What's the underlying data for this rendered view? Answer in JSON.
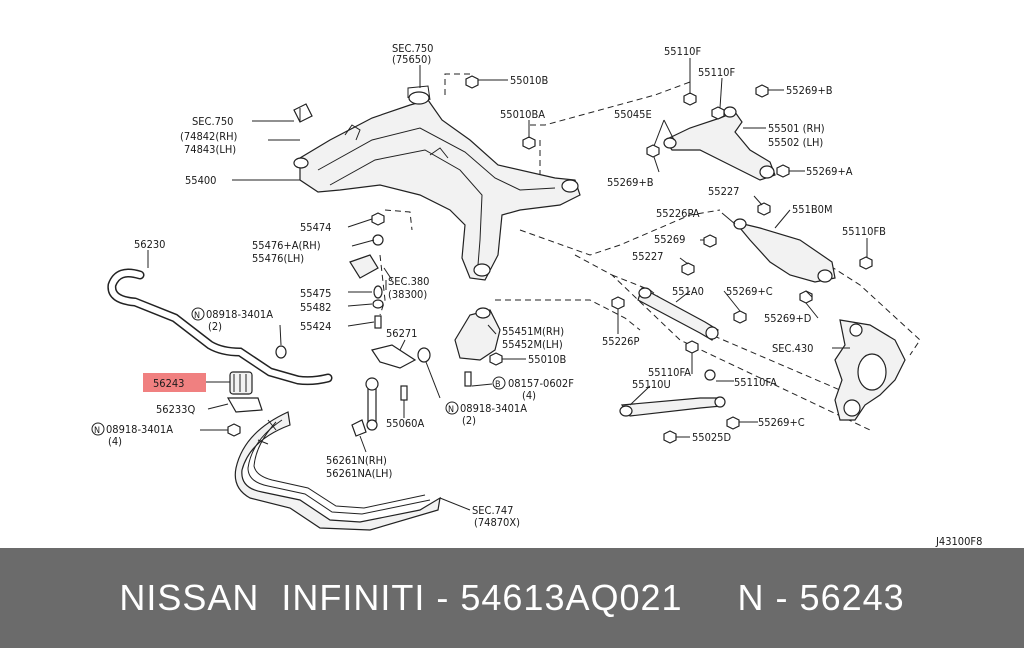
{
  "callouts": {
    "sec750_top": "SEC.750",
    "sec750_top_sub": "(75650)",
    "p55010b_top": "55010B",
    "sec750_left": "SEC.750",
    "p74842": "(74842(RH)",
    "p74843": "74843(LH)",
    "p55400": "55400",
    "p55010ba": "55010BA",
    "p55110f_a": "55110F",
    "p55110f_b": "55110F",
    "p55045e": "55045E",
    "p55269b_a": "55269+B",
    "p55501": "55501 (RH)",
    "p55502": "55502 (LH)",
    "p55269b_b": "55269+B",
    "p55269a": "55269+A",
    "p55227_a": "55227",
    "p55226pa": "55226PA",
    "p551b0m": "551B0M",
    "p55110fb": "55110FB",
    "p55269": "55269",
    "p55227_b": "55227",
    "p551a0": "551A0",
    "p55269c_a": "55269+C",
    "p55269d": "55269+D",
    "p55226p": "55226P",
    "sec430": "SEC.430",
    "p55110fa_a": "55110FA",
    "p55110fa_b": "55110FA",
    "p55110u": "55110U",
    "p55269c_b": "55269+C",
    "p55025d": "55025D",
    "p56230": "56230",
    "p55474": "55474",
    "p55476a": "55476+A(RH)",
    "p55476": "55476(LH)",
    "sec380": "SEC.380",
    "sec380_sub": "(38300)",
    "p55475": "55475",
    "p55482": "55482",
    "p08918_a": "08918-3401A",
    "p08918_a_qty": "(2)",
    "p55424": "55424",
    "p56271": "56271",
    "p55451m": "55451M(RH)",
    "p55452m": "55452M(LH)",
    "p55010b_mid": "55010B",
    "p56243": "56243",
    "p08157": "08157-0602F",
    "p08157_qty": "(4)",
    "p56233q": "56233Q",
    "p08918_b": "08918-3401A",
    "p08918_b_qty": "(2)",
    "p55060a": "55060A",
    "p08918_c": "08918-3401A",
    "p08918_c_qty": "(4)",
    "p56261n": "56261N(RH)",
    "p56261na": "56261NA(LH)",
    "sec747": "SEC.747",
    "sec747_sub": "(74870X)",
    "symbol_n": "N",
    "symbol_b": "B",
    "diagram_code": "J43100F8"
  },
  "highlight_color": "#f08080",
  "footer": {
    "text": "NISSAN  INFINITI - 54613AQ021     N - 56243",
    "background": "#6b6b6b",
    "color": "#ffffff"
  }
}
